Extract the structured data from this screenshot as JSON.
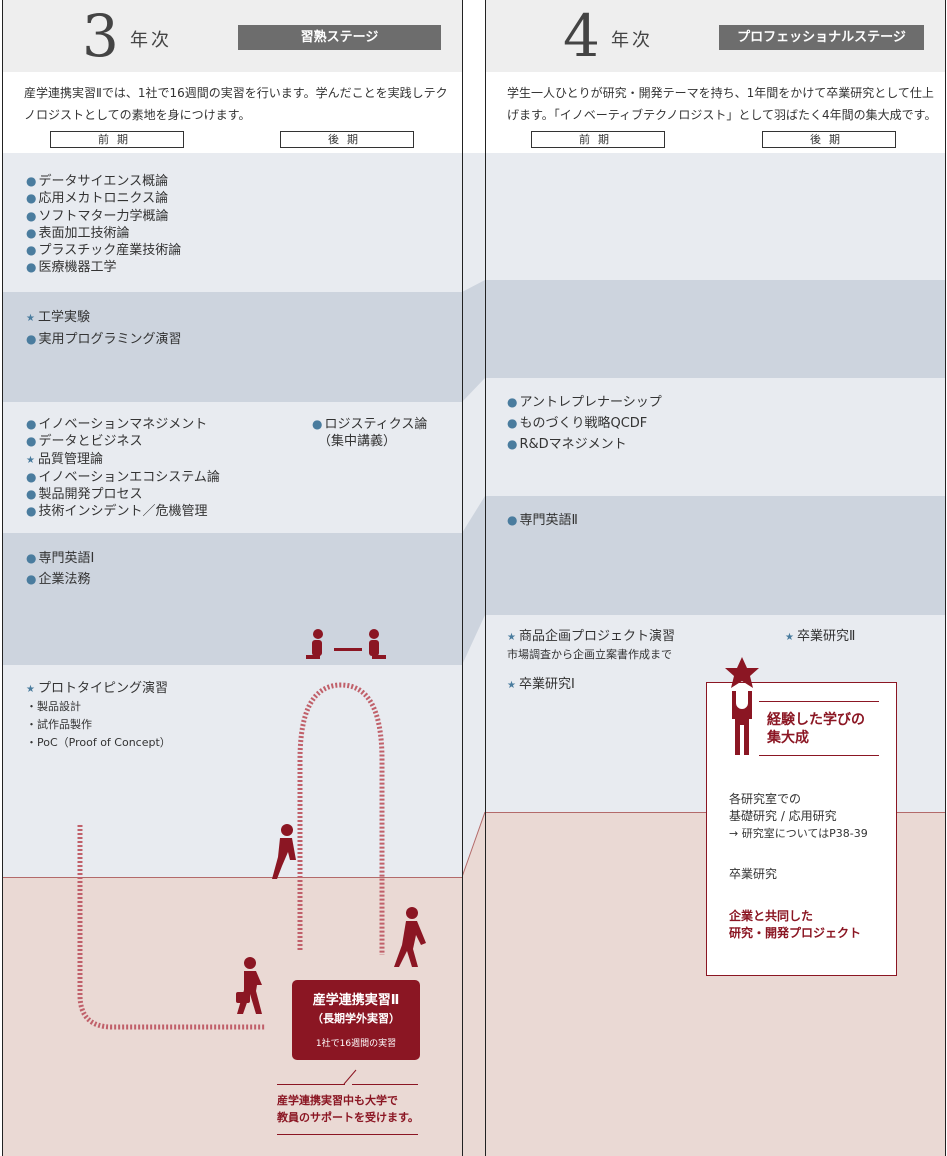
{
  "year3": {
    "num": "3",
    "nen": "年次",
    "stage": "習熟ステージ",
    "desc": "産学連携実習Ⅱでは、1社で16週間の実習を行います。学んだことを実践しテクノロジストとしての素地を身につけます。",
    "term_first": "前期",
    "term_second": "後期",
    "group1": [
      "データサイエンス概論",
      "応用メカトロニクス論",
      "ソフトマター力学概論",
      "表面加工技術論",
      "プラスチック産業技術論",
      "医療機器工学"
    ],
    "group2": [
      {
        "mark": "★",
        "label": "工学実験"
      },
      {
        "mark": "●",
        "label": "実用プログラミング演習"
      }
    ],
    "group3": [
      {
        "mark": "●",
        "label": "イノベーションマネジメント"
      },
      {
        "mark": "●",
        "label": "データとビジネス"
      },
      {
        "mark": "★",
        "label": "品質管理論"
      },
      {
        "mark": "●",
        "label": "イノベーションエコシステム論"
      },
      {
        "mark": "●",
        "label": "製品開発プロセス"
      },
      {
        "mark": "●",
        "label": "技術インシデント／危機管理"
      }
    ],
    "group3_second": {
      "line1": "ロジスティクス論",
      "line2": "（集中講義）"
    },
    "group4": [
      "専門英語Ⅰ",
      "企業法務"
    ],
    "group5": {
      "title": "プロトタイピング演習",
      "items": [
        "・製品設計",
        "・試作品製作",
        "・PoC（Proof of Concept）"
      ]
    },
    "internship": {
      "title": "産学連携実習Ⅱ",
      "sub": "（長期学外実習）",
      "note": "1社で16週間の実習"
    },
    "support": [
      "産学連携実習中も大学で",
      "教員のサポートを受けます。"
    ]
  },
  "year4": {
    "num": "4",
    "nen": "年次",
    "stage": "プロフェッショナルステージ",
    "desc": "学生一人ひとりが研究・開発テーマを持ち、1年間をかけて卒業研究として仕上げます。「イノベーティブテクノロジスト」として羽ばたく4年間の集大成です。",
    "term_first": "前期",
    "term_second": "後期",
    "group3": [
      "アントレプレナーシップ",
      "ものづくり戦略QCDF",
      "R&Dマネジメント"
    ],
    "group4": [
      "専門英語Ⅱ"
    ],
    "group5": {
      "item1": "商品企画プロジェクト演習",
      "item1_sub": "市場調査から企画立案書作成まで",
      "item2": "卒業研究Ⅰ",
      "item3": "卒業研究Ⅱ"
    },
    "card": {
      "title": [
        "経験した学びの",
        "集大成"
      ],
      "lab": [
        "各研究室での",
        "基礎研究 / 応用研究",
        "→ 研究室についてはP38-39"
      ],
      "thesis": "卒業研究",
      "joint": [
        "企業と共同した",
        "研究・開発プロジェクト"
      ]
    }
  },
  "colors": {
    "accent": "#8b1623",
    "bullet": "#4a7c9e",
    "band_light": "#e8ebf0",
    "band_dark": "#cdd4de",
    "band_pink": "#ead9d4"
  }
}
